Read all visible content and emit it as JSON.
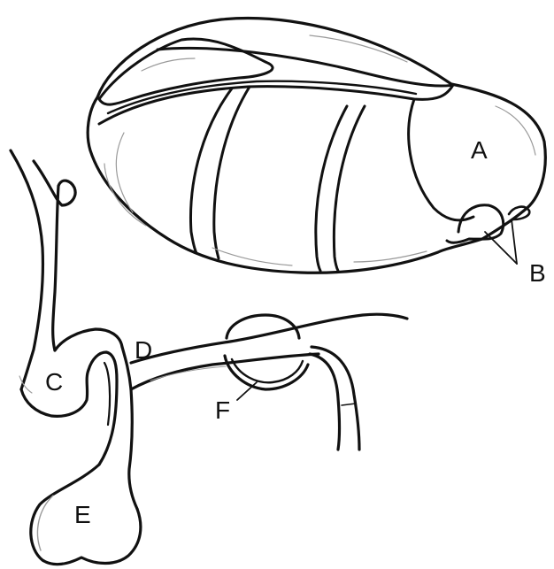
{
  "labels": {
    "a": "A",
    "b": "B",
    "c": "C",
    "d": "D",
    "e": "E",
    "f": "F"
  },
  "colors": {
    "line": "#111111",
    "sketch": "#9a9a9a",
    "background": "#ffffff"
  }
}
